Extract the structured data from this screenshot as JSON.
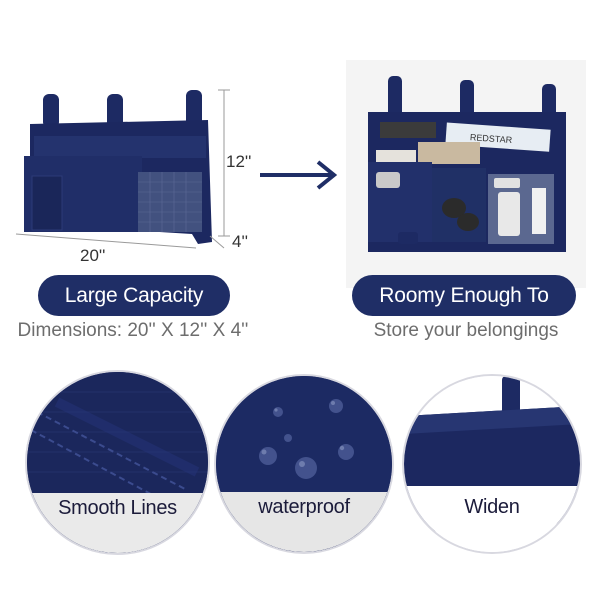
{
  "left_panel": {
    "pill_label": "Large Capacity",
    "caption": "Dimensions: 20'' X 12'' X 4''",
    "dim_height": "12''",
    "dim_width": "20''",
    "dim_depth": "4''"
  },
  "right_panel": {
    "pill_label": "Roomy Enough To",
    "caption": "Store your belongings",
    "book_spine": "REDSTAR"
  },
  "features": [
    {
      "label": "Smooth Lines"
    },
    {
      "label": "waterproof"
    },
    {
      "label": "Widen"
    }
  ],
  "colors": {
    "navy": "#1f2e66",
    "fabric": "#1d2a63",
    "arrow": "#1f2e66"
  }
}
